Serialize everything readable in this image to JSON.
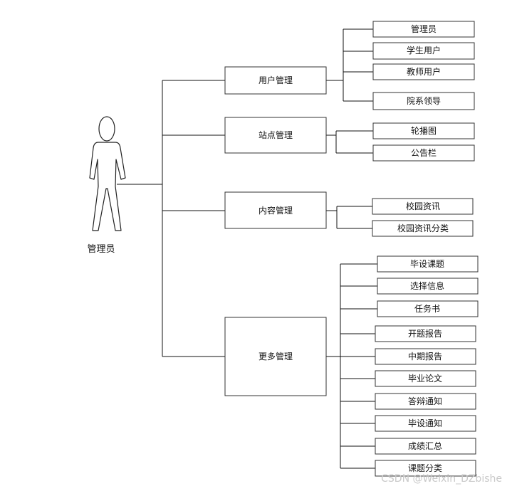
{
  "actor": {
    "label": "管理员"
  },
  "modules": [
    {
      "label": "用户管理",
      "children": [
        "管理员",
        "学生用户",
        "教师用户",
        "院系领导"
      ]
    },
    {
      "label": "站点管理",
      "children": [
        "轮播图",
        "公告栏"
      ]
    },
    {
      "label": "内容管理",
      "children": [
        "校园资讯",
        "校园资讯分类"
      ]
    },
    {
      "label": "更多管理",
      "children": [
        "毕设课题",
        "选择信息",
        "任务书",
        "开题报告",
        "中期报告",
        "毕业论文",
        "答辩通知",
        "毕设通知",
        "成绩汇总",
        "课题分类"
      ]
    }
  ],
  "watermark": "CSDN @Weixin_DZbishe"
}
